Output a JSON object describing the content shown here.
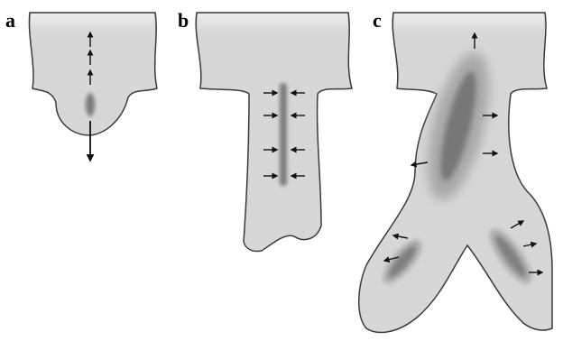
{
  "panels": [
    {
      "id": "a",
      "label": "a"
    },
    {
      "id": "b",
      "label": "b"
    },
    {
      "id": "c",
      "label": "c"
    }
  ],
  "colors": {
    "tissue_fill": "#d7d7d7",
    "band_fill": "#e9e9e9",
    "outline": "#3a3a3a",
    "arrow": "#111111",
    "signal_core": "#7a7a7a"
  }
}
